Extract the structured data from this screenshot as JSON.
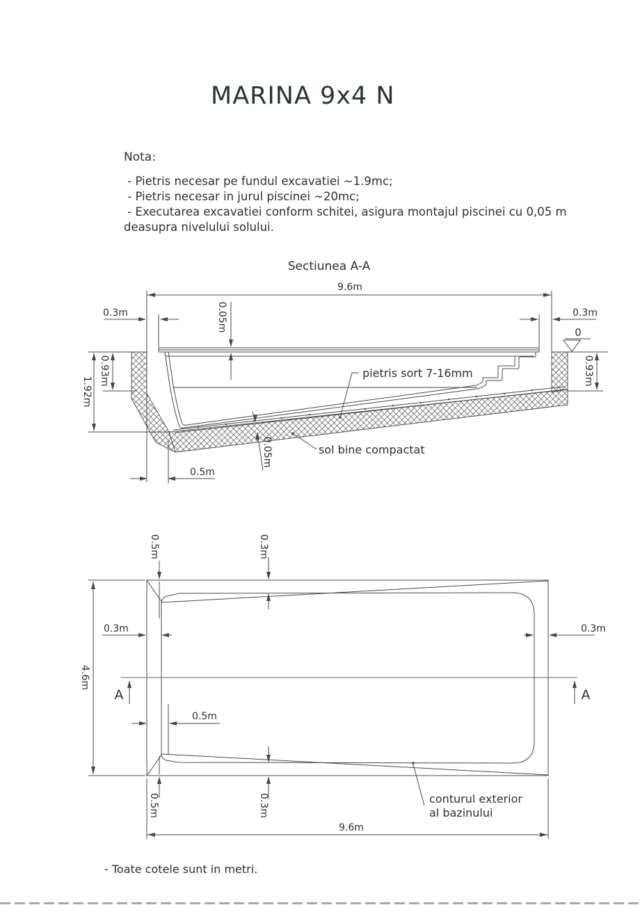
{
  "page": {
    "title": "MARINA 9x4 N",
    "notes_heading": "Nota:",
    "notes": [
      " - Pietris necesar pe fundul excavatiei ~1.9mc;",
      " - Pietris necesar in jurul piscinei ~20mc;",
      " - Executarea excavatiei conform schitei, asigura montajul piscinei cu 0,05 m deasupra nivelului solului."
    ],
    "footer_note": " - Toate cotele sunt in metri.",
    "ink_color": "#3f3f3f"
  },
  "section": {
    "title": "Sectiunea A-A",
    "dim_total_width": "9.6m",
    "dim_edge_left": "0.3m",
    "dim_edge_right": "0.3m",
    "dim_lip_height": "0.05m",
    "datum_level": "0",
    "dim_depth_left": "0.93m",
    "dim_depth_right": "0.93m",
    "dim_total_depth": "1.92m",
    "dim_gravel_thickness": "0.05m",
    "dim_slope_run": "0.5m",
    "label_gravel": "pietris sort 7-16mm",
    "label_soil": "sol bine compactat"
  },
  "plan": {
    "dim_deep_offset_top": "0.5m",
    "dim_edge_top": "0.3m",
    "dim_edge_left": "0.3m",
    "dim_edge_right": "0.3m",
    "dim_total_height": "4.6m",
    "section_marker_left": "A",
    "section_marker_right": "A",
    "dim_slope_run": "0.5m",
    "dim_deep_offset_bottom": "0.5m",
    "dim_edge_bottom": "0.3m",
    "dim_total_width": "9.6m",
    "label_pool_contour": "conturul exterior al bazinului"
  }
}
